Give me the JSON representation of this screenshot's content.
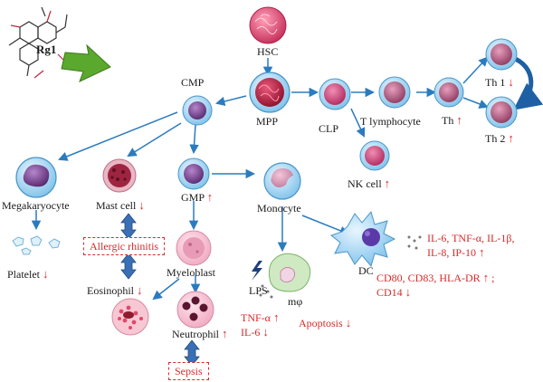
{
  "drug": {
    "name": "Rg1"
  },
  "cells": {
    "hsc": "HSC",
    "mpp": "MPP",
    "cmp": "CMP",
    "clp": "CLP",
    "t_lymphocyte": "T lymphocyte",
    "th": "Th",
    "th1": "Th 1",
    "th2": "Th 2",
    "nk_cell": "NK cell",
    "megakaryocyte": "Megakaryocyte",
    "platelet": "Platelet",
    "mast_cell": "Mast cell",
    "eosinophil": "Eosinophil",
    "gmp": "GMP",
    "myeloblast": "Myeloblast",
    "neutrophil": "Neutrophil",
    "monocyte": "Monocyte",
    "dc": "DC",
    "macrophage": "mφ",
    "lps": "LPS"
  },
  "arrows": {
    "up": "↑",
    "down": "↓"
  },
  "conditions": {
    "allergic_rhinitis": "Allergic rhinitis",
    "sepsis": "Sepsis"
  },
  "effects": {
    "dc_cytokines_line1": "IL-6, TNF-α, IL-1β,",
    "dc_cytokines_line2": "IL-8, IP-10",
    "dc_markers_line1": "CD80, CD83, HLA-DR",
    "dc_markers_sep": ";",
    "dc_markers_line2": "CD14",
    "macrophage_tnf": "TNF-α",
    "macrophage_il6": "IL-6",
    "apoptosis": "Apoptosis"
  },
  "colors": {
    "arrow": "#2b7bbf",
    "red_text": "#d62b2b",
    "hsc_cell": "#d9426a",
    "mpp_cell": "#b8203f",
    "lymph_cell": "#c83a6e",
    "th_cell": "#a8456a",
    "myeloid_nucleus": "#7a3d8c",
    "granule_red": "#8e1b2e",
    "mono_cell": "#c98aa7",
    "dc_purple": "#5b3aa8",
    "macro_green": "#bfe3b2",
    "big_arrow": "#5aa82e",
    "dbl_arrow": "#3b6fb5"
  }
}
